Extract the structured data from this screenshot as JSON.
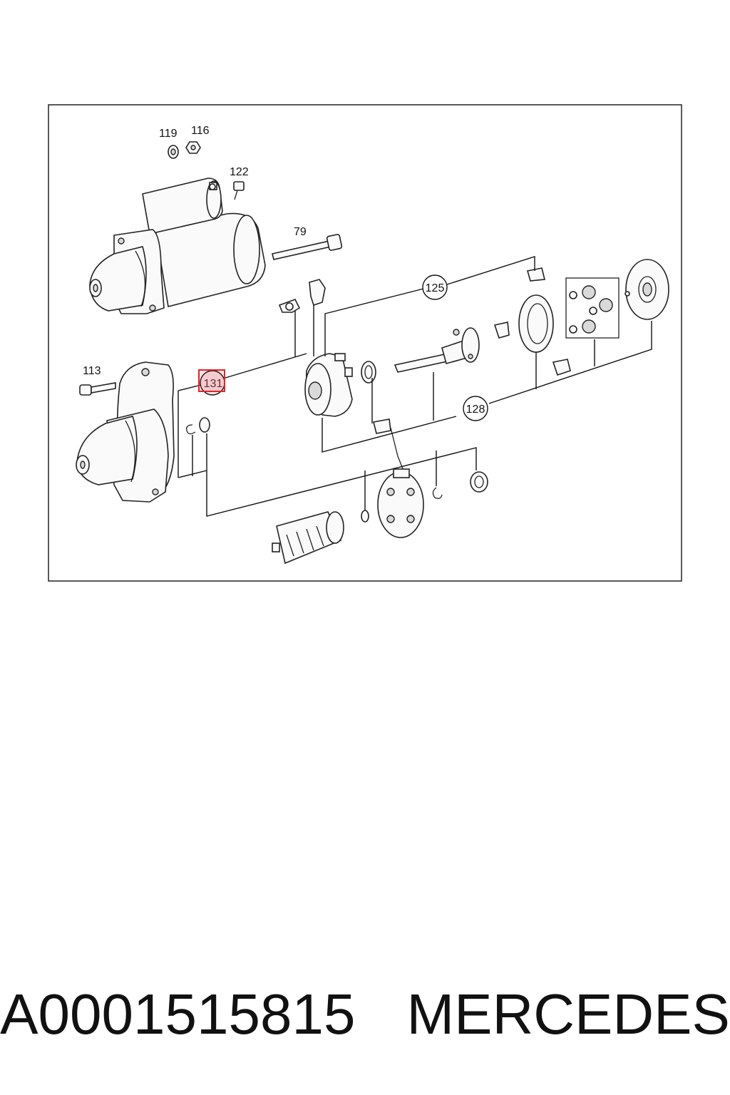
{
  "diagram": {
    "labels": {
      "l119": "119",
      "l116": "116",
      "l122": "122",
      "l79": "79",
      "l113": "113"
    },
    "callouts": {
      "c125": "125",
      "c128": "128",
      "c131": "131"
    },
    "highlight_color": "#e0242c"
  },
  "caption": {
    "part_number": "A0001515815",
    "brand": "MERCEDES"
  }
}
